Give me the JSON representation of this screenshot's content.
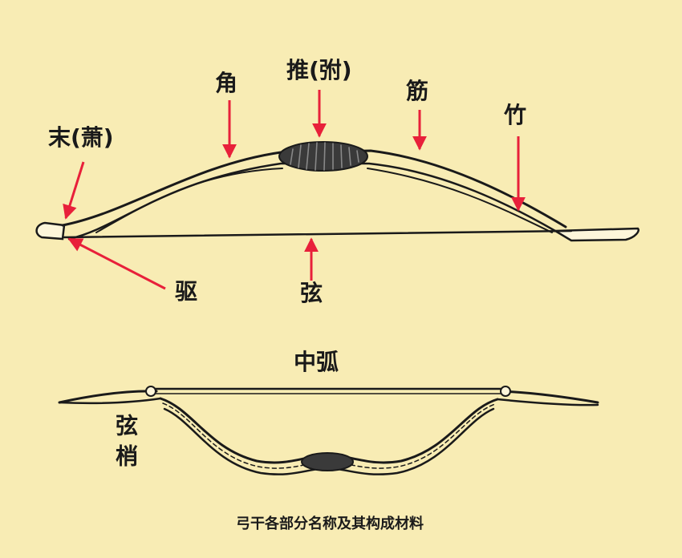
{
  "labels": {
    "mo": "末(萧)",
    "jiao": "角",
    "tui": "推(弣)",
    "jin": "筋",
    "zhu": "竹",
    "qu": "驱",
    "xian": "弦",
    "zhonghu": "中弧",
    "xianshao": "弦梢"
  },
  "caption": "弓干各部分名称及其构成材料",
  "colors": {
    "background": "#f8ecb4",
    "arrow": "#e8203a",
    "ink": "#1a1a1a"
  }
}
